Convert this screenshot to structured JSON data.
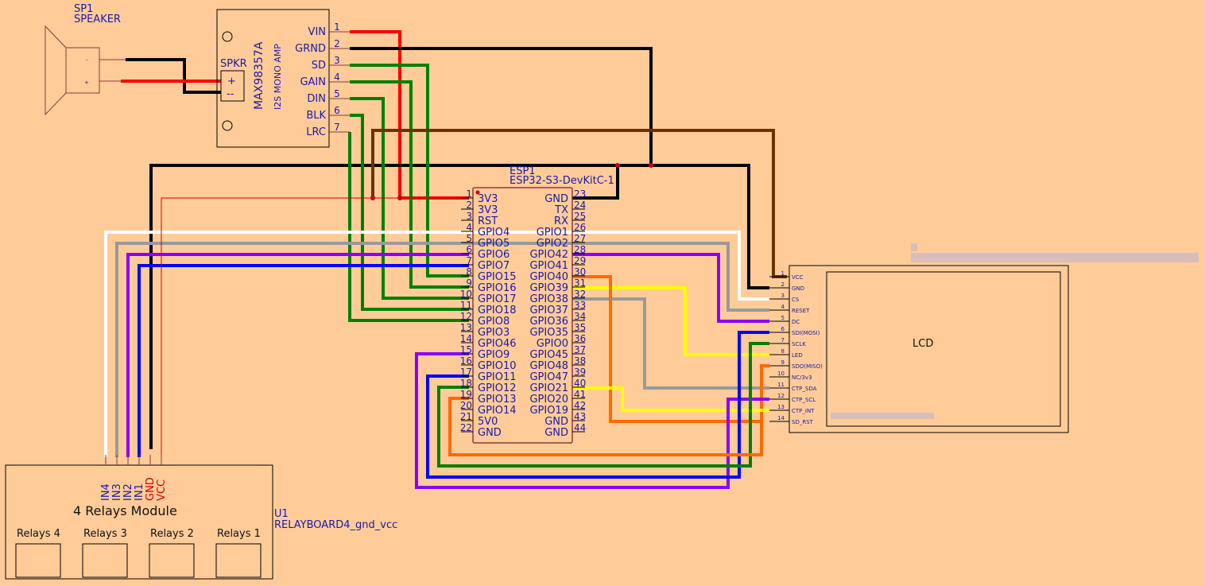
{
  "speaker": {
    "ref": "SP1",
    "name": "SPEAKER",
    "minus": "-",
    "plus": "+"
  },
  "amp": {
    "title": "MAX98357A",
    "subtitle": "I2S MONO AMP",
    "spkr_label": "SPKR",
    "spkr_plus": "+",
    "spkr_minus": "--",
    "pins": [
      {
        "num": "1",
        "name": "VIN"
      },
      {
        "num": "2",
        "name": "GRND"
      },
      {
        "num": "3",
        "name": "SD"
      },
      {
        "num": "4",
        "name": "GAIN"
      },
      {
        "num": "5",
        "name": "DIN"
      },
      {
        "num": "6",
        "name": "BLK"
      },
      {
        "num": "7",
        "name": "LRC"
      }
    ]
  },
  "esp": {
    "ref": "ESP1",
    "name": "ESP32-S3-DevKitC-1",
    "left_pins": [
      {
        "num": "1",
        "name": "3V3"
      },
      {
        "num": "2",
        "name": "3V3"
      },
      {
        "num": "3",
        "name": "RST"
      },
      {
        "num": "4",
        "name": "GPIO4"
      },
      {
        "num": "5",
        "name": "GPIO5"
      },
      {
        "num": "6",
        "name": "GPIO6"
      },
      {
        "num": "7",
        "name": "GPIO7"
      },
      {
        "num": "8",
        "name": "GPIO15"
      },
      {
        "num": "9",
        "name": "GPIO16"
      },
      {
        "num": "10",
        "name": "GPIO17"
      },
      {
        "num": "11",
        "name": "GPIO18"
      },
      {
        "num": "12",
        "name": "GPIO8"
      },
      {
        "num": "13",
        "name": "GPIO3"
      },
      {
        "num": "14",
        "name": "GPIO46"
      },
      {
        "num": "15",
        "name": "GPIO9"
      },
      {
        "num": "16",
        "name": "GPIO10"
      },
      {
        "num": "17",
        "name": "GPIO11"
      },
      {
        "num": "18",
        "name": "GPIO12"
      },
      {
        "num": "19",
        "name": "GPIO13"
      },
      {
        "num": "20",
        "name": "GPIO14"
      },
      {
        "num": "21",
        "name": "5V0"
      },
      {
        "num": "22",
        "name": "GND"
      }
    ],
    "right_pins": [
      {
        "num": "23",
        "name": "GND"
      },
      {
        "num": "24",
        "name": "TX"
      },
      {
        "num": "25",
        "name": "RX"
      },
      {
        "num": "26",
        "name": "GPIO1"
      },
      {
        "num": "27",
        "name": "GPIO2"
      },
      {
        "num": "28",
        "name": "GPIO42"
      },
      {
        "num": "29",
        "name": "GPIO41"
      },
      {
        "num": "30",
        "name": "GPIO40"
      },
      {
        "num": "31",
        "name": "GPIO39"
      },
      {
        "num": "32",
        "name": "GPIO38"
      },
      {
        "num": "33",
        "name": "GPIO37"
      },
      {
        "num": "34",
        "name": "GPIO36"
      },
      {
        "num": "35",
        "name": "GPIO35"
      },
      {
        "num": "36",
        "name": "GPIO0"
      },
      {
        "num": "37",
        "name": "GPIO45"
      },
      {
        "num": "38",
        "name": "GPIO48"
      },
      {
        "num": "39",
        "name": "GPIO47"
      },
      {
        "num": "40",
        "name": "GPIO21"
      },
      {
        "num": "41",
        "name": "GPIO20"
      },
      {
        "num": "42",
        "name": "GPIO19"
      },
      {
        "num": "43",
        "name": "GND"
      },
      {
        "num": "44",
        "name": "GND"
      }
    ]
  },
  "lcd": {
    "title": "LCD",
    "pins": [
      {
        "num": "1",
        "name": "VCC"
      },
      {
        "num": "2",
        "name": "GND"
      },
      {
        "num": "3",
        "name": "CS"
      },
      {
        "num": "4",
        "name": "RESET"
      },
      {
        "num": "5",
        "name": "DC"
      },
      {
        "num": "6",
        "name": "SDI(MOSI)"
      },
      {
        "num": "7",
        "name": "SCLK"
      },
      {
        "num": "8",
        "name": "LED"
      },
      {
        "num": "9",
        "name": "SDO(MISO)"
      },
      {
        "num": "10",
        "name": "NC/3v3"
      },
      {
        "num": "11",
        "name": "CTP_SDA"
      },
      {
        "num": "12",
        "name": "CTP_SCL"
      },
      {
        "num": "13",
        "name": "CTP_INT"
      },
      {
        "num": "14",
        "name": "SD_RST"
      }
    ]
  },
  "relay": {
    "ref": "U1",
    "name": "RELAYBOARD4_gnd_vcc",
    "title": "4 Relays Module",
    "pins": [
      "IN4",
      "IN3",
      "IN2",
      "IN1",
      "GND",
      "VCC"
    ],
    "relays": [
      "Relays 4",
      "Relays 3",
      "Relays 2",
      "Relays 1"
    ]
  },
  "colors": {
    "background": "#FFCC99",
    "wire_red": "#ff0000",
    "wire_black": "#000000",
    "wire_green": "#008000",
    "wire_brown": "#6b3200",
    "wire_white": "#ffffff",
    "wire_gray": "#999999",
    "wire_purple": "#8a00ff",
    "wire_blue": "#0000ff",
    "wire_orange": "#ff6a00",
    "wire_yellow": "#ffff00",
    "thin_red": "#cc0000",
    "junction": "#cc0000"
  }
}
